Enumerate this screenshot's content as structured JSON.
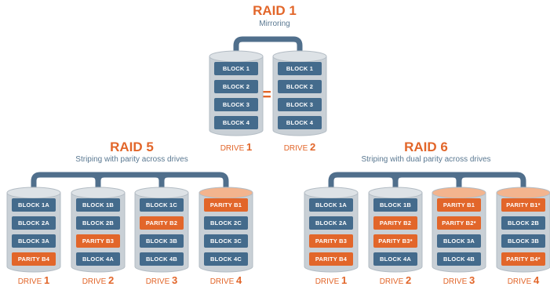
{
  "colors": {
    "accent": "#e2662a",
    "block": "#446b8c",
    "connector": "#506f8c",
    "drum": "#c9d0d6"
  },
  "raid1": {
    "title": "RAID 1",
    "subtitle": "Mirroring",
    "equals": "=",
    "drives": [
      {
        "label": "DRIVE ",
        "num": "1",
        "blocks": [
          {
            "t": "BLOCK 1",
            "p": false
          },
          {
            "t": "BLOCK 2",
            "p": false
          },
          {
            "t": "BLOCK 3",
            "p": false
          },
          {
            "t": "BLOCK 4",
            "p": false
          }
        ]
      },
      {
        "label": "DRIVE ",
        "num": "2",
        "blocks": [
          {
            "t": "BLOCK 1",
            "p": false
          },
          {
            "t": "BLOCK 2",
            "p": false
          },
          {
            "t": "BLOCK 3",
            "p": false
          },
          {
            "t": "BLOCK 4",
            "p": false
          }
        ]
      }
    ]
  },
  "raid5": {
    "title": "RAID 5",
    "subtitle": "Striping with parity across drives",
    "drives": [
      {
        "label": "DRIVE ",
        "num": "1",
        "blocks": [
          {
            "t": "BLOCK 1A",
            "p": false
          },
          {
            "t": "BLOCK 2A",
            "p": false
          },
          {
            "t": "BLOCK 3A",
            "p": false
          },
          {
            "t": "PARITY B4",
            "p": true
          }
        ]
      },
      {
        "label": "DRIVE ",
        "num": "2",
        "blocks": [
          {
            "t": "BLOCK 1B",
            "p": false
          },
          {
            "t": "BLOCK 2B",
            "p": false
          },
          {
            "t": "PARITY B3",
            "p": true
          },
          {
            "t": "BLOCK 4A",
            "p": false
          }
        ]
      },
      {
        "label": "DRIVE ",
        "num": "3",
        "blocks": [
          {
            "t": "BLOCK 1C",
            "p": false
          },
          {
            "t": "PARITY B2",
            "p": true
          },
          {
            "t": "BLOCK 3B",
            "p": false
          },
          {
            "t": "BLOCK 4B",
            "p": false
          }
        ]
      },
      {
        "label": "DRIVE ",
        "num": "4",
        "blocks": [
          {
            "t": "PARITY B1",
            "p": true
          },
          {
            "t": "BLOCK 2C",
            "p": false
          },
          {
            "t": "BLOCK 3C",
            "p": false
          },
          {
            "t": "BLOCK 4C",
            "p": false
          }
        ]
      }
    ]
  },
  "raid6": {
    "title": "RAID 6",
    "subtitle": "Striping with dual parity across drives",
    "drives": [
      {
        "label": "DRIVE ",
        "num": "1",
        "blocks": [
          {
            "t": "BLOCK 1A",
            "p": false
          },
          {
            "t": "BLOCK 2A",
            "p": false
          },
          {
            "t": "PARITY B3",
            "p": true
          },
          {
            "t": "PARITY B4",
            "p": true
          }
        ]
      },
      {
        "label": "DRIVE ",
        "num": "2",
        "blocks": [
          {
            "t": "BLOCK 1B",
            "p": false
          },
          {
            "t": "PARITY B2",
            "p": true
          },
          {
            "t": "PARITY B3*",
            "p": true
          },
          {
            "t": "BLOCK 4A",
            "p": false
          }
        ]
      },
      {
        "label": "DRIVE ",
        "num": "3",
        "blocks": [
          {
            "t": "PARITY B1",
            "p": true
          },
          {
            "t": "PARITY B2*",
            "p": true
          },
          {
            "t": "BLOCK 3A",
            "p": false
          },
          {
            "t": "BLOCK 4B",
            "p": false
          }
        ]
      },
      {
        "label": "DRIVE ",
        "num": "4",
        "blocks": [
          {
            "t": "PARITY B1*",
            "p": true
          },
          {
            "t": "BLOCK 2B",
            "p": false
          },
          {
            "t": "BLOCK 3B",
            "p": false
          },
          {
            "t": "PARITY B4*",
            "p": true
          }
        ]
      }
    ]
  }
}
